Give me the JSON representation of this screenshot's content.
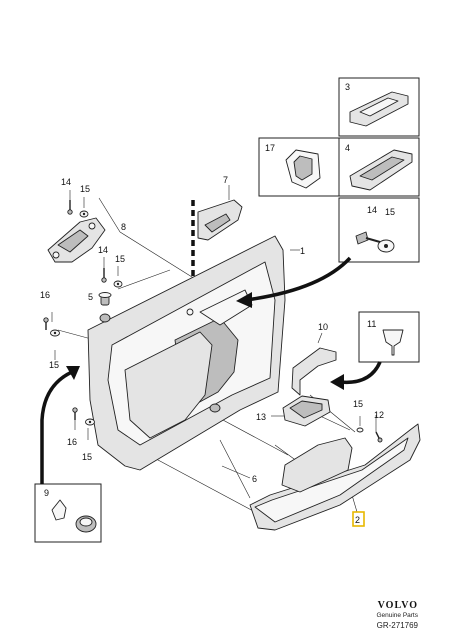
{
  "callouts": {
    "c1": "1",
    "c2": "2",
    "c3": "3",
    "c4": "4",
    "c5": "5",
    "c6": "6",
    "c7": "7",
    "c8": "8",
    "c9": "9",
    "c10": "10",
    "c11": "11",
    "c12": "12",
    "c13": "13",
    "c14a": "14",
    "c14b": "14",
    "c14c": "14",
    "c15a": "15",
    "c15b": "15",
    "c15c": "15",
    "c15d": "15",
    "c15e": "15",
    "c15f": "15",
    "c16a": "16",
    "c16b": "16",
    "c17": "17"
  },
  "footer": {
    "brand": "VOLVO",
    "tagline": "Genuine Parts",
    "ref": "GR-271769"
  },
  "colors": {
    "highlight_box": "#e8b800",
    "part_fill": "#e4e4e4"
  }
}
